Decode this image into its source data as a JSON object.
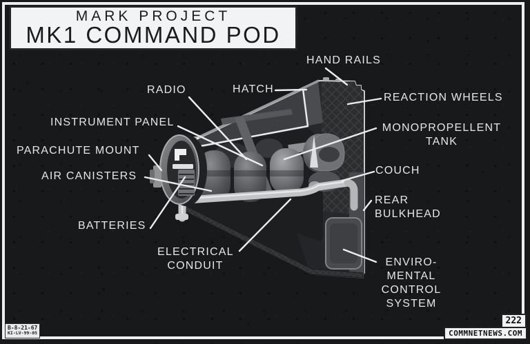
{
  "title": {
    "project": "MARK PROJECT",
    "name": "MK1 COMMAND POD"
  },
  "labels": {
    "hand_rails": "HAND RAILS",
    "radio": "RADIO",
    "hatch": "HATCH",
    "reaction_wheels": "REACTION WHEELS",
    "instrument_panel": "INSTRUMENT PANEL",
    "monopropellent_tank": {
      "line1": "MONOPROPELLENT",
      "line2": "TANK"
    },
    "parachute_mount": "PARACHUTE MOUNT",
    "couch": "COUCH",
    "air_canisters": "AIR CANISTERS",
    "rear_bulkhead": {
      "line1": "REAR",
      "line2": "BULKHEAD"
    },
    "batteries": "BATTERIES",
    "electrical_conduit": {
      "line1": "ELECTRICAL",
      "line2": "CONDUIT"
    },
    "environmental_control_system": {
      "line1": "ENVIRO-",
      "line2": "MENTAL",
      "line3": "CONTROL",
      "line4": "SYSTEM"
    }
  },
  "footer": {
    "doc_number_line1": "B-8-21-67",
    "doc_number_line2": "KI-LV-99-05",
    "page_number": "222",
    "source": "COMMNETNEWS.COM"
  },
  "colors": {
    "background": "#17191b",
    "frame": "#edeff1",
    "title_background": "#f1f3f5",
    "title_text": "#1a1b1c",
    "label_text": "#e4e6e8",
    "leader_line": "#ebedef",
    "pod_outline": "#c9cbcd",
    "pod_body": "#26282b"
  }
}
